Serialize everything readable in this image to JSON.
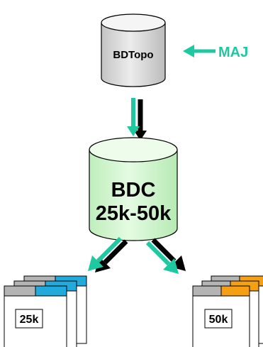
{
  "diagram": {
    "source_db": {
      "label": "BDTopo",
      "fill": "#dcdcdc",
      "top_fill": "#f4f4f4"
    },
    "update": {
      "label": "MAJ",
      "color": "#1ec8a0"
    },
    "central_db": {
      "line1": "BDC",
      "line2": "25k-50k",
      "fill": "#d2f5cf",
      "top_fill": "#eefcec"
    },
    "output_left": {
      "label": "25k",
      "tab_accent": "#22aadd",
      "tab_gray": "#b4b4b4"
    },
    "output_right": {
      "label": "50k",
      "tab_accent": "#f5a014",
      "tab_gray": "#b4b4b4"
    },
    "arrow_teal": "#1ec8a0",
    "arrow_black": "#000000"
  }
}
